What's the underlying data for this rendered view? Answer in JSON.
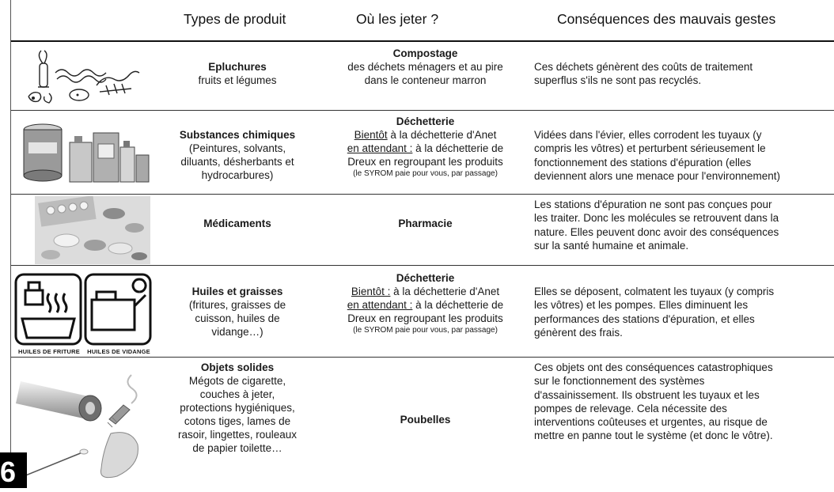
{
  "headers": {
    "type": "Types de produit",
    "where": "Où les jeter ?",
    "consequences": "Conséquences des mauvais gestes"
  },
  "rows": [
    {
      "type_title": "Epluchures",
      "type_desc": [
        "fruits et légumes"
      ],
      "where_title": "Compostage",
      "where_lines": [
        "des déchets ménagers et au pire",
        "dans le conteneur marron"
      ],
      "consequences": [
        "Ces déchets génèrent des coûts de traitement",
        "superflus s'ils ne sont pas recyclés."
      ]
    },
    {
      "type_title": "Substances chimiques",
      "type_desc": [
        "(Peintures, solvants,",
        "diluants, désherbants et",
        "hydrocarbures)"
      ],
      "where_title": "Déchetterie",
      "where_u1": "Bientôt",
      "where_r1": " à la déchetterie d'Anet",
      "where_u2": "en attendant :",
      "where_r2": " à la déchetterie de",
      "where_l3": "Dreux en regroupant les produits",
      "where_small": "(le SYROM paie pour vous, par passage)",
      "consequences": [
        "Vidées dans l'évier, elles corrodent les tuyaux (y",
        "compris les vôtres) et perturbent sérieusement le",
        "fonctionnement des stations d'épuration (elles",
        "deviennent alors une menace pour l'environnement)"
      ]
    },
    {
      "type_title": "Médicaments",
      "where_title": "Pharmacie",
      "consequences": [
        "Les stations d'épuration ne sont pas conçues pour",
        "les traiter. Donc les molécules se retrouvent dans la",
        "nature. Elles peuvent donc avoir des conséquences",
        "sur la santé humaine et animale."
      ]
    },
    {
      "type_title": "Huiles et graisses",
      "type_desc": [
        "(fritures, graisses de",
        "cuisson, huiles de",
        "vidange…)"
      ],
      "where_title": "Déchetterie",
      "where_u1": "Bientôt :",
      "where_r1": " à la déchetterie d'Anet",
      "where_u2": "en attendant :",
      "where_r2": " à la déchetterie de",
      "where_l3": "Dreux en regroupant les produits",
      "where_small": "(le SYROM paie pour vous, par passage)",
      "consequences": [
        "Elles se déposent,  colmatent les tuyaux (y compris",
        "les vôtres) et les pompes. Elles diminuent les",
        "performances des stations d'épuration, et elles",
        "génèrent des frais."
      ],
      "icon_labels": [
        "HUILES DE FRITURE",
        "HUILES DE VIDANGE"
      ]
    },
    {
      "type_title": "Objets solides",
      "type_desc": [
        "Mégots de cigarette,",
        "couches à jeter,",
        "protections hygiéniques,",
        "cotons tiges, lames de",
        "rasoir, lingettes, rouleaux",
        "de papier toilette…"
      ],
      "where_title": "Poubelles",
      "consequences": [
        "Ces objets ont des conséquences catastrophiques",
        "sur le fonctionnement des systèmes",
        "d'assainissement. Ils obstruent les tuyaux et les",
        "pompes de relevage. Cela nécessite des",
        "interventions coûteuses et urgentes, au risque de",
        "mettre en panne tout le système (et donc le vôtre)."
      ]
    }
  ],
  "page_number": "6"
}
